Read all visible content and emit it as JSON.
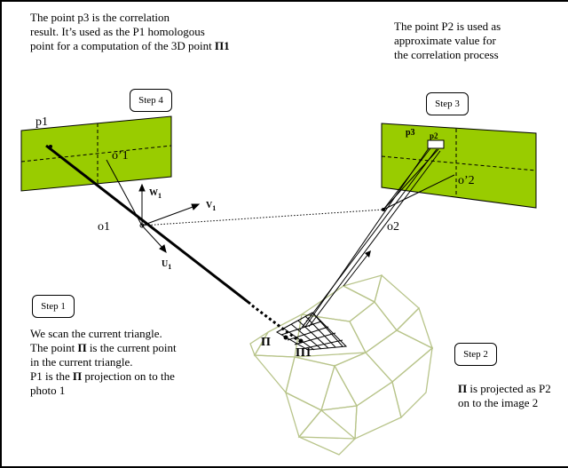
{
  "notes": {
    "top_left": [
      {
        "t": "The point p3 is the correlation",
        "b": ""
      },
      {
        "t": "result. It’s used as the P1 homologous",
        "b": ""
      },
      {
        "t": "point for a computation of the 3D point ",
        "b": "Π1"
      }
    ],
    "top_right": [
      "The point P2 is used as",
      "approximate value for",
      "the correlation process"
    ],
    "bottom_left": [
      {
        "t": "We scan the current triangle.",
        "b": "",
        "a": ""
      },
      {
        "t": "The point ",
        "b": "Π",
        "a": " is the current point"
      },
      {
        "t": "in the current triangle.",
        "b": "",
        "a": ""
      },
      {
        "t": "P1 is the ",
        "b": "Π",
        "a": " projection on to the"
      },
      {
        "t": "photo 1",
        "b": "",
        "a": ""
      }
    ],
    "bottom_right": [
      {
        "t": "",
        "b": "Π",
        "a": " is projected as P2"
      },
      {
        "t": "on to the image 2",
        "b": "",
        "a": ""
      }
    ]
  },
  "steps": {
    "step1": "Step 1",
    "step2": "Step 2",
    "step3": "Step 3",
    "step4": "Step 4"
  },
  "labels": {
    "p1": "p1",
    "o_prime_1": "o’1",
    "w1": "W",
    "w1_sub": "1",
    "v1": "V",
    "v1_sub": "1",
    "u1": "U",
    "u1_sub": "1",
    "o1": "o1",
    "o2": "o2",
    "o_prime_2": "o’2",
    "p3": "p3",
    "p2": "p2",
    "pi": "Π",
    "pi1": "Π1"
  },
  "colors": {
    "image_plane_fill": "#99cc00",
    "mesh_stroke": "#b8c48a"
  }
}
